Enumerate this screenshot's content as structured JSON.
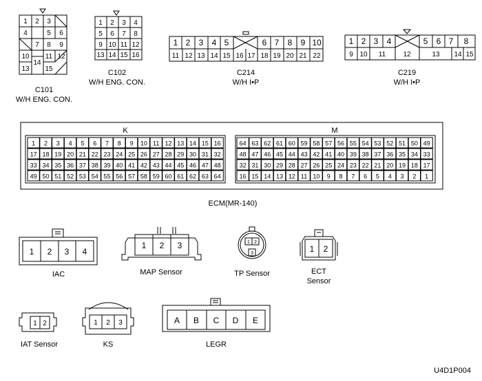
{
  "connectors": {
    "c101": {
      "name": "C101",
      "desc": "W/H ENG. CON.",
      "pins": [
        "1",
        "2",
        "3",
        "4",
        "5",
        "6",
        "7",
        "8",
        "9",
        "10",
        "11",
        "12",
        "13",
        "14",
        "15"
      ]
    },
    "c102": {
      "name": "C102",
      "desc": "W/H ENG. CON.",
      "pins": [
        "1",
        "2",
        "3",
        "4",
        "5",
        "6",
        "7",
        "8",
        "9",
        "10",
        "11",
        "12",
        "13",
        "14",
        "15",
        "16"
      ]
    },
    "c214": {
      "name": "C214",
      "desc": "W/H I•P",
      "pins": [
        "1",
        "2",
        "3",
        "4",
        "5",
        "6",
        "7",
        "8",
        "9",
        "10",
        "11",
        "12",
        "13",
        "14",
        "15",
        "16",
        "17",
        "18",
        "19",
        "20",
        "21",
        "22"
      ]
    },
    "c219": {
      "name": "C219",
      "desc": "W/H I•P",
      "pins": [
        "1",
        "2",
        "3",
        "4",
        "5",
        "6",
        "7",
        "8",
        "9",
        "10",
        "11",
        "12",
        "13",
        "14",
        "15"
      ]
    }
  },
  "ecm": {
    "name": "ECM(MR-140)",
    "k": {
      "label": "K",
      "rows": [
        [
          "1",
          "2",
          "3",
          "4",
          "5",
          "6",
          "7",
          "8",
          "9",
          "10",
          "11",
          "12",
          "13",
          "14",
          "15",
          "16"
        ],
        [
          "17",
          "18",
          "19",
          "20",
          "21",
          "22",
          "23",
          "24",
          "25",
          "26",
          "27",
          "28",
          "29",
          "30",
          "31",
          "32"
        ],
        [
          "33",
          "34",
          "35",
          "36",
          "37",
          "38",
          "39",
          "40",
          "41",
          "42",
          "43",
          "44",
          "45",
          "46",
          "47",
          "48"
        ],
        [
          "49",
          "50",
          "51",
          "52",
          "53",
          "54",
          "55",
          "56",
          "57",
          "58",
          "59",
          "60",
          "61",
          "62",
          "63",
          "64"
        ]
      ]
    },
    "m": {
      "label": "M",
      "rows": [
        [
          "64",
          "63",
          "62",
          "61",
          "60",
          "59",
          "58",
          "57",
          "56",
          "55",
          "54",
          "53",
          "52",
          "51",
          "50",
          "49"
        ],
        [
          "48",
          "47",
          "46",
          "45",
          "44",
          "43",
          "42",
          "41",
          "40",
          "39",
          "38",
          "37",
          "36",
          "35",
          "34",
          "33"
        ],
        [
          "32",
          "31",
          "30",
          "29",
          "28",
          "27",
          "26",
          "25",
          "24",
          "23",
          "22",
          "21",
          "20",
          "19",
          "18",
          "17"
        ],
        [
          "16",
          "15",
          "14",
          "13",
          "12",
          "11",
          "10",
          "9",
          "8",
          "7",
          "6",
          "5",
          "4",
          "3",
          "2",
          "1"
        ]
      ]
    }
  },
  "sensors": {
    "iac": {
      "label": "IAC",
      "pins": [
        "1",
        "2",
        "3",
        "4"
      ]
    },
    "map": {
      "label": "MAP Sensor",
      "pins": [
        "1",
        "2",
        "3"
      ]
    },
    "tp": {
      "label": "TP Sensor",
      "pins": [
        "1",
        "2",
        "3"
      ]
    },
    "ect": {
      "label_line1": "ECT",
      "label_line2": "Sensor",
      "pins": [
        "1",
        "2"
      ]
    },
    "iat": {
      "label": "IAT Sensor",
      "pins": [
        "1",
        "2"
      ]
    },
    "ks": {
      "label": "KS",
      "pins": [
        "1",
        "2",
        "3"
      ]
    },
    "legr": {
      "label": "LEGR",
      "pins": [
        "A",
        "B",
        "C",
        "D",
        "E"
      ]
    }
  },
  "figure_id": "U4D1P004"
}
